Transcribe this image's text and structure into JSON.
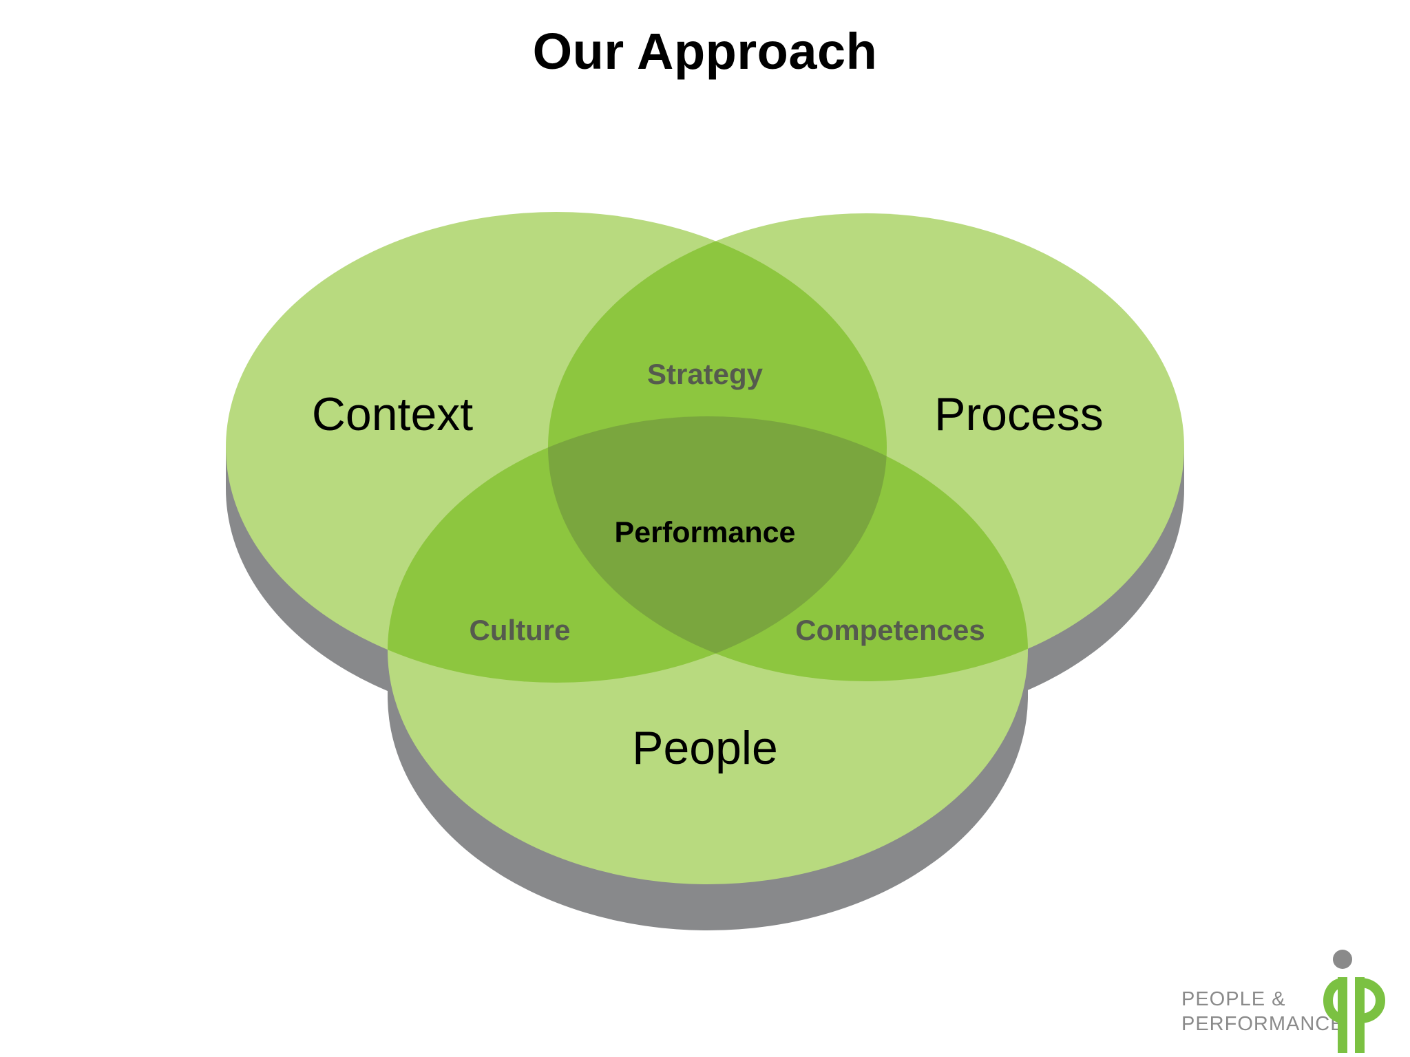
{
  "title": "Our Approach",
  "diagram": {
    "circles": {
      "top_left": "Context",
      "top_right": "Process",
      "bottom": "People"
    },
    "overlaps": {
      "top": "Strategy",
      "left": "Culture",
      "right": "Competences",
      "center": "Performance"
    }
  },
  "logo": {
    "line1": "PEOPLE &",
    "line2": "PERFORMANCE"
  },
  "colors": {
    "circle_fill": "#b8da7f",
    "overlap_fill": "#8dc63f",
    "center_fill": "#7aa63e",
    "shadow": "#88898b",
    "logo_green": "#7bc142",
    "logo_gray": "#8a8a8a"
  }
}
